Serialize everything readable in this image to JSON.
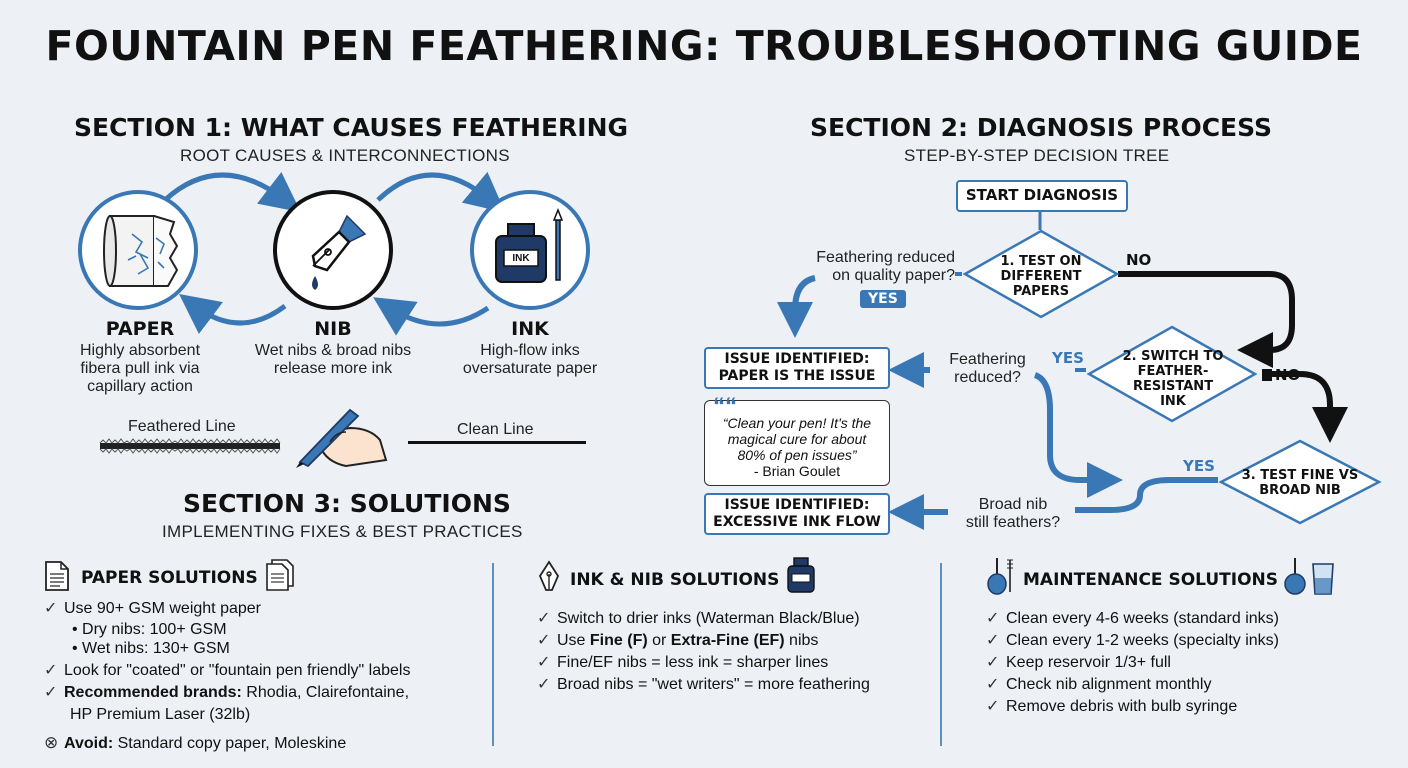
{
  "title": "FOUNTAIN PEN FEATHERING: TROUBLESHOOTING GUIDE",
  "section1": {
    "title": "SECTION 1: WHAT CAUSES FEATHERING",
    "subtitle": "ROOT CAUSES & INTERCONNECTIONS",
    "nodes": [
      {
        "label": "PAPER",
        "desc": [
          "Highly absorbent",
          "fibera pull ink via",
          "capillary action"
        ],
        "icon": "paper-roll-icon"
      },
      {
        "label": "NIB",
        "desc": [
          "Wet nibs & broad nibs",
          "release more ink"
        ],
        "icon": "nib-icon"
      },
      {
        "label": "INK",
        "desc": [
          "High-flow inks",
          "oversaturate paper"
        ],
        "icon": "ink-bottle-icon",
        "bottle_label": "INK"
      }
    ],
    "feathered_label": "Feathered Line",
    "clean_label": "Clean Line"
  },
  "section2": {
    "title": "SECTION 2: DIAGNOSIS PROCESS",
    "subtitle": "STEP-BY-STEP DECISION TREE",
    "start": "START DIAGNOSIS",
    "step1": [
      "1. TEST ON",
      "DIFFERENT",
      "PAPERS"
    ],
    "step2": [
      "2. SWITCH TO",
      "FEATHER-",
      "RESISTANT",
      "INK"
    ],
    "step3": [
      "3. TEST FINE VS",
      "BROAD NIB"
    ],
    "q1": [
      "Feathering reduced",
      "on quality paper?"
    ],
    "q2": [
      "Feathering",
      "reduced?"
    ],
    "q3": [
      "Broad nib",
      "still feathers?"
    ],
    "yes": "YES",
    "no": "NO",
    "issue1": [
      "ISSUE IDENTIFIED:",
      "PAPER IS THE ISSUE"
    ],
    "issue2": [
      "ISSUE IDENTIFIED:",
      "EXCESSIVE INK FLOW"
    ],
    "quote_mark": "““",
    "quote": [
      "“Clean your pen! It's the",
      "magical cure for about",
      "80% of pen issues”"
    ],
    "quote_author": "- Brian Goulet"
  },
  "section3": {
    "title": "SECTION 3: SOLUTIONS",
    "subtitle": "IMPLEMENTING FIXES & BEST PRACTICES",
    "paper": {
      "title": "PAPER SOLUTIONS",
      "items": [
        {
          "text": "Use 90+ GSM weight paper"
        },
        {
          "sub": "• Dry nibs: 100+ GSM"
        },
        {
          "sub": "• Wet nibs: 130+ GSM"
        },
        {
          "text": "Look for \"coated\" or \"fountain pen friendly\" labels"
        }
      ],
      "brands_bold": "Recommended brands:",
      "brands_rest": " Rhodia, Clairefontaine,",
      "brands_line2": "HP Premium Laser (32lb)",
      "avoid_bold": "Avoid:",
      "avoid_rest": " Standard copy paper, Moleskine"
    },
    "ink_nib": {
      "title": "INK & NIB SOLUTIONS",
      "item1": "Switch to drier inks (Waterman Black/Blue)",
      "item2_pre": "Use ",
      "item2_b1": "Fine (F)",
      "item2_mid": " or ",
      "item2_b2": "Extra-Fine (EF)",
      "item2_post": " nibs",
      "item3": "Fine/EF nibs = less ink = sharper lines",
      "item4": "Broad nibs = \"wet writers\" = more feathering"
    },
    "maintenance": {
      "title": "MAINTENANCE SOLUTIONS",
      "items": [
        "Clean every 4-6 weeks (standard inks)",
        "Clean every 1-2 weeks (specialty inks)",
        "Keep reservoir 1/3+ full",
        "Check nib alignment monthly",
        "Remove debris with bulb syringe"
      ]
    }
  },
  "colors": {
    "accent": "#3a78b5",
    "dark": "#111111",
    "navy": "#1f3a66",
    "background": "#edf1f6"
  }
}
